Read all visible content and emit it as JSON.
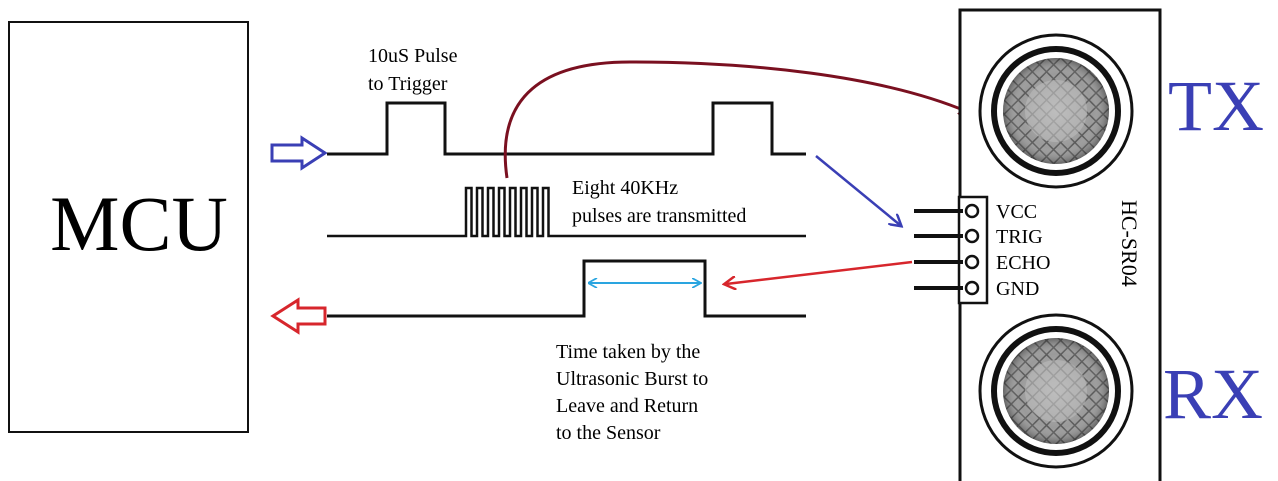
{
  "mcu": {
    "label": "MCU"
  },
  "trigger": {
    "pulse_line1": "10uS Pulse",
    "pulse_line2": "to Trigger"
  },
  "burst": {
    "line1": "Eight 40KHz",
    "line2": "pulses are transmitted"
  },
  "echo": {
    "time_line1": "Time taken by the",
    "time_line2": "Ultrasonic Burst to",
    "time_line3": "Leave and Return",
    "time_line4": "to the Sensor"
  },
  "sensor": {
    "model": "HC-SR04",
    "tx_label": "TX",
    "rx_label": "RX",
    "pins": [
      "VCC",
      "TRIG",
      "ECHO",
      "GND"
    ]
  },
  "colors": {
    "tx_rx": "#3a3fb5",
    "trigger_arrow": "#7a1020",
    "blue_arrow": "#3a3fb5",
    "red_arrow": "#d7262c",
    "time_arrow": "#2aa5e0"
  }
}
